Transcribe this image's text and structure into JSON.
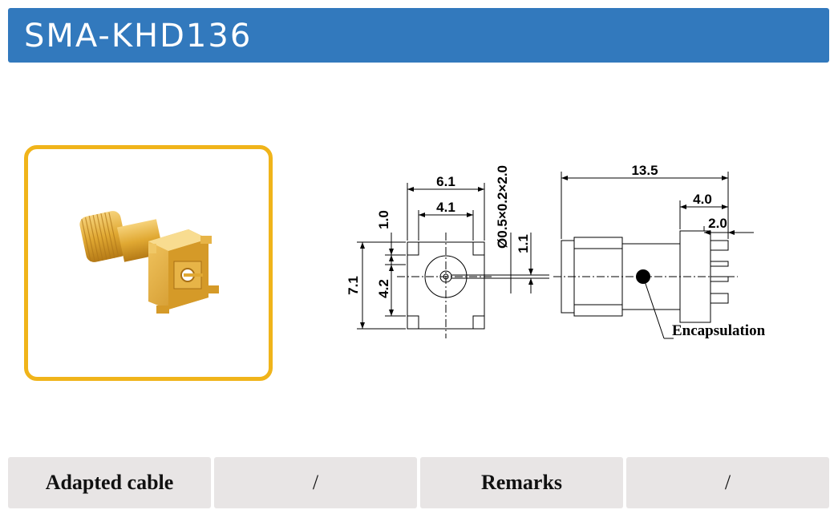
{
  "header": {
    "title": "SMA-KHD136"
  },
  "colors": {
    "header_bg": "#3279bd",
    "photo_border": "#f0b41a",
    "table_cell_bg": "#e8e5e5",
    "gold": "#e0a832"
  },
  "photo": {
    "icon": "sma-connector-product-photo"
  },
  "drawing": {
    "front_view": {
      "width_outer": "6.1",
      "width_inner": "4.1",
      "pin_offset": "1.0",
      "height_outer": "7.1",
      "height_inner": "4.2",
      "pin_size": "Ø0.5×0.2×2.0",
      "pin_height": "1.1"
    },
    "side_view": {
      "total_length": "13.5",
      "flange_length": "4.0",
      "tab_length": "2.0",
      "callout": "Encapsulation"
    }
  },
  "spec_table": {
    "adapted_cable_label": "Adapted cable",
    "adapted_cable_value": "/",
    "remarks_label": "Remarks",
    "remarks_value": "/"
  }
}
